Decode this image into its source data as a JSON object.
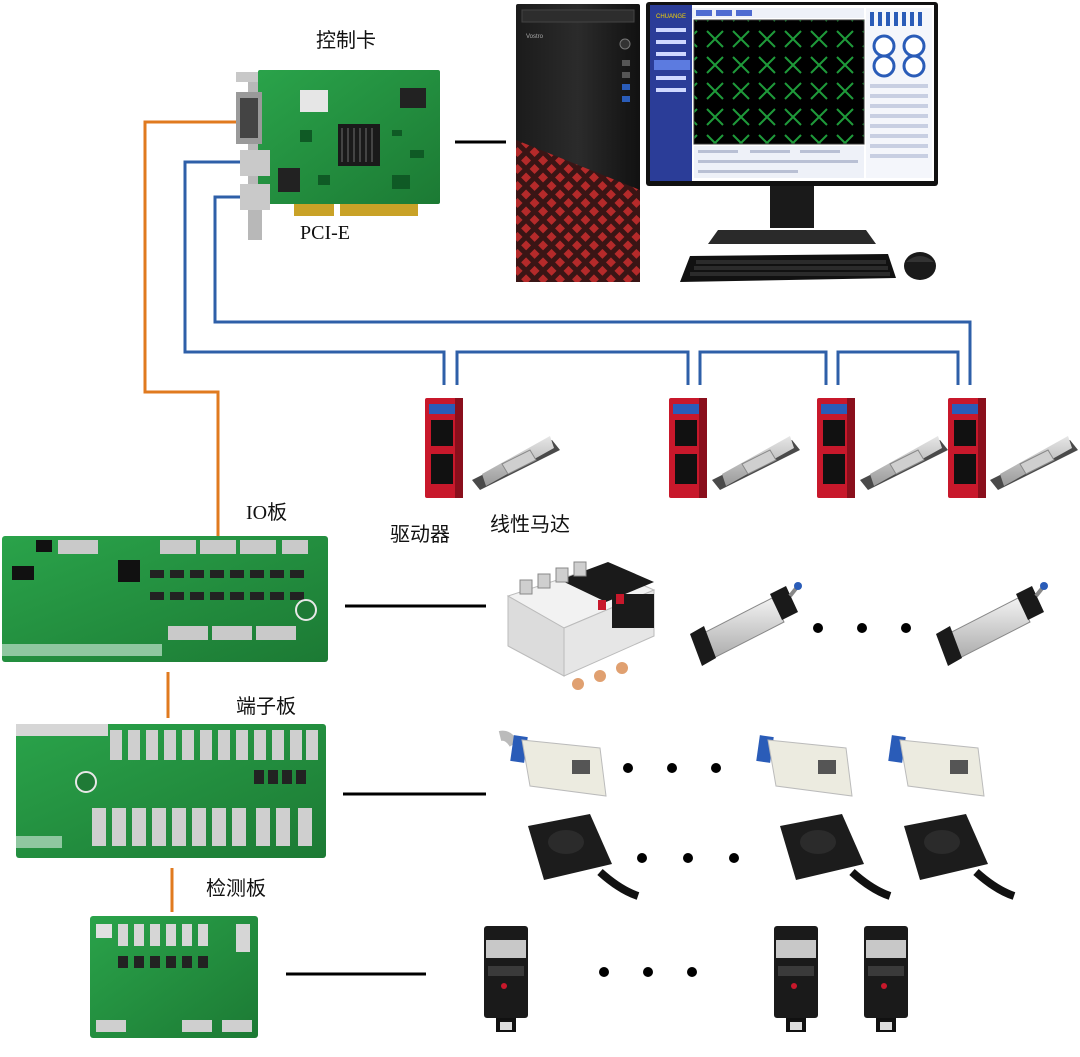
{
  "labels": {
    "control_card": "控制卡",
    "pcie": "PCI-E",
    "io_board": "IO板",
    "driver": "驱动器",
    "linear_motor": "线性马达",
    "terminal_board": "端子板",
    "detection_board": "检测板"
  },
  "monitor": {
    "logo": "CHUANGE",
    "tower_brand": "Vostro"
  },
  "colors": {
    "orange_wire": "#E07A1F",
    "blue_wire": "#2E5FA8",
    "pcb_green": "#1F8A3A",
    "driver_red": "#C8182B",
    "black_line": "#000000"
  }
}
